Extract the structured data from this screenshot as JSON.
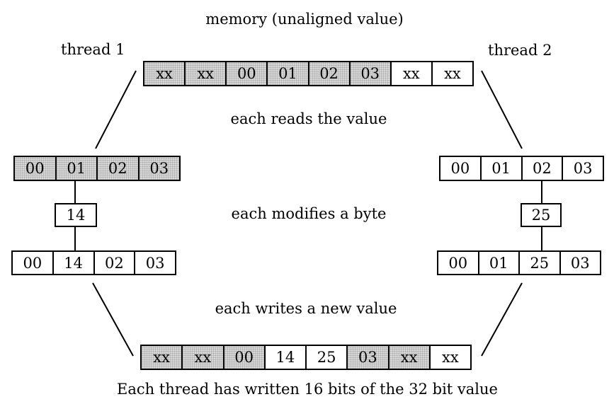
{
  "title": "memory (unaligned value)",
  "thread1_label": "thread 1",
  "thread2_label": "thread 2",
  "step_read": "each reads the value",
  "step_modify": "each modifies a byte",
  "step_write": "each writes a new value",
  "footer": "Each thread has written 16 bits of the 32 bit value",
  "memory_before": [
    {
      "v": "xx",
      "shaded": true
    },
    {
      "v": "xx",
      "shaded": true
    },
    {
      "v": "00",
      "shaded": true
    },
    {
      "v": "01",
      "shaded": true
    },
    {
      "v": "02",
      "shaded": true
    },
    {
      "v": "03",
      "shaded": true
    },
    {
      "v": "xx",
      "shaded": false
    },
    {
      "v": "xx",
      "shaded": false
    }
  ],
  "thread1_read": [
    {
      "v": "00",
      "shaded": true
    },
    {
      "v": "01",
      "shaded": true
    },
    {
      "v": "02",
      "shaded": true
    },
    {
      "v": "03",
      "shaded": true
    }
  ],
  "thread1_byte": "14",
  "thread1_result": [
    {
      "v": "00",
      "shaded": false
    },
    {
      "v": "14",
      "shaded": false
    },
    {
      "v": "02",
      "shaded": false
    },
    {
      "v": "03",
      "shaded": false
    }
  ],
  "thread2_read": [
    {
      "v": "00",
      "shaded": false
    },
    {
      "v": "01",
      "shaded": false
    },
    {
      "v": "02",
      "shaded": false
    },
    {
      "v": "03",
      "shaded": false
    }
  ],
  "thread2_byte": "25",
  "thread2_result": [
    {
      "v": "00",
      "shaded": false
    },
    {
      "v": "01",
      "shaded": false
    },
    {
      "v": "25",
      "shaded": false
    },
    {
      "v": "03",
      "shaded": false
    }
  ],
  "memory_after": [
    {
      "v": "xx",
      "shaded": true
    },
    {
      "v": "xx",
      "shaded": true
    },
    {
      "v": "00",
      "shaded": true
    },
    {
      "v": "14",
      "shaded": false
    },
    {
      "v": "25",
      "shaded": false
    },
    {
      "v": "03",
      "shaded": true
    },
    {
      "v": "xx",
      "shaded": true
    },
    {
      "v": "xx",
      "shaded": false
    }
  ]
}
